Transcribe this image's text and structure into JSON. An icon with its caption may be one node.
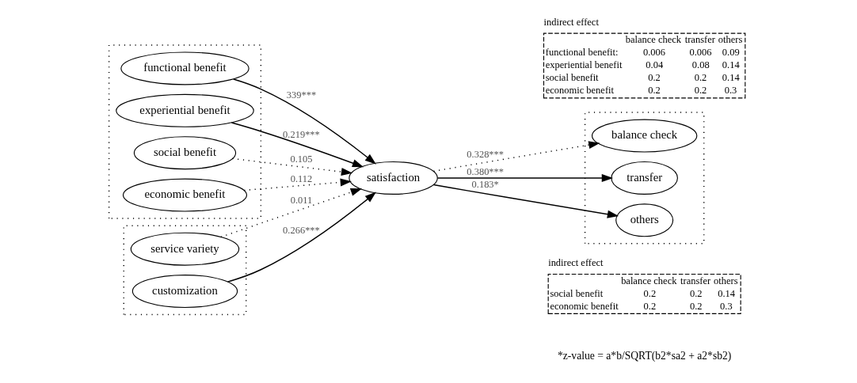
{
  "diagram": {
    "nodes": [
      {
        "text": [],
        "shape": "box"
      },
      {
        "text": [
          "functional benefit"
        ],
        "in": 0
      },
      {
        "text": [
          "experiential benefit"
        ],
        "in": 0
      },
      {
        "text": [
          "social benefit"
        ],
        "in": 0
      },
      {
        "text": [
          "economic benefit"
        ],
        "in": 0
      },
      {
        "text": [],
        "shape": "box"
      },
      {
        "text": [
          "service variety"
        ],
        "in": 5
      },
      {
        "text": [
          "customization"
        ],
        "in": 5
      },
      {
        "text": [
          "satisfaction"
        ]
      },
      {
        "text": [
          "balance check",
          "transfer",
          "others",
          "functional benefit:",
          "0.006",
          "0.006",
          "0.09",
          "experiential benefit",
          "0.04",
          "0.08",
          "0.14",
          "social benefit",
          "0.2",
          "0.2",
          "0.14",
          "economic benefit",
          "0.2",
          "0.2",
          "0.3"
        ],
        "beside": [
          "indirect effect"
        ]
      },
      {
        "text": [],
        "shape": "box"
      },
      {
        "text": [
          "balance check"
        ],
        "in": 10
      },
      {
        "text": [
          "transfer"
        ],
        "in": 10
      },
      {
        "text": [
          "others"
        ],
        "in": 10
      },
      {
        "text": [
          "balance check",
          "transfer",
          "others",
          "social benefit",
          "0.2",
          "0.2",
          "0.14",
          "economic benefit",
          "0.2",
          "0.2",
          "0.3"
        ],
        "beside": [
          "indirect effect"
        ]
      }
    ],
    "edges": [
      {
        "from": 1,
        "to": 8,
        "arrow": "to",
        "label": "339***"
      },
      {
        "from": 2,
        "to": 8,
        "arrow": "to",
        "label": "0.219***"
      },
      {
        "from": 3,
        "to": 8,
        "arrow": "to",
        "label": "0.105",
        "style": "dashed"
      },
      {
        "from": 4,
        "to": 8,
        "arrow": "to",
        "label": "0.112",
        "style": "dashed"
      },
      {
        "from": 6,
        "to": 8,
        "arrow": "to",
        "label": "0.011",
        "style": "dashed"
      },
      {
        "from": 7,
        "to": 8,
        "arrow": "to",
        "label": "0.266***"
      },
      {
        "from": 8,
        "to": 11,
        "arrow": "to",
        "label": "0.328***",
        "style": "dashed"
      },
      {
        "from": 8,
        "to": 12,
        "arrow": "to",
        "label": "0.380***"
      },
      {
        "from": 8,
        "to": 13,
        "arrow": "to",
        "label": "0.183*"
      }
    ],
    "labels": [
      "*z-value = a*b/SQRT(b2*sa2 + a2*sb2)"
    ]
  }
}
